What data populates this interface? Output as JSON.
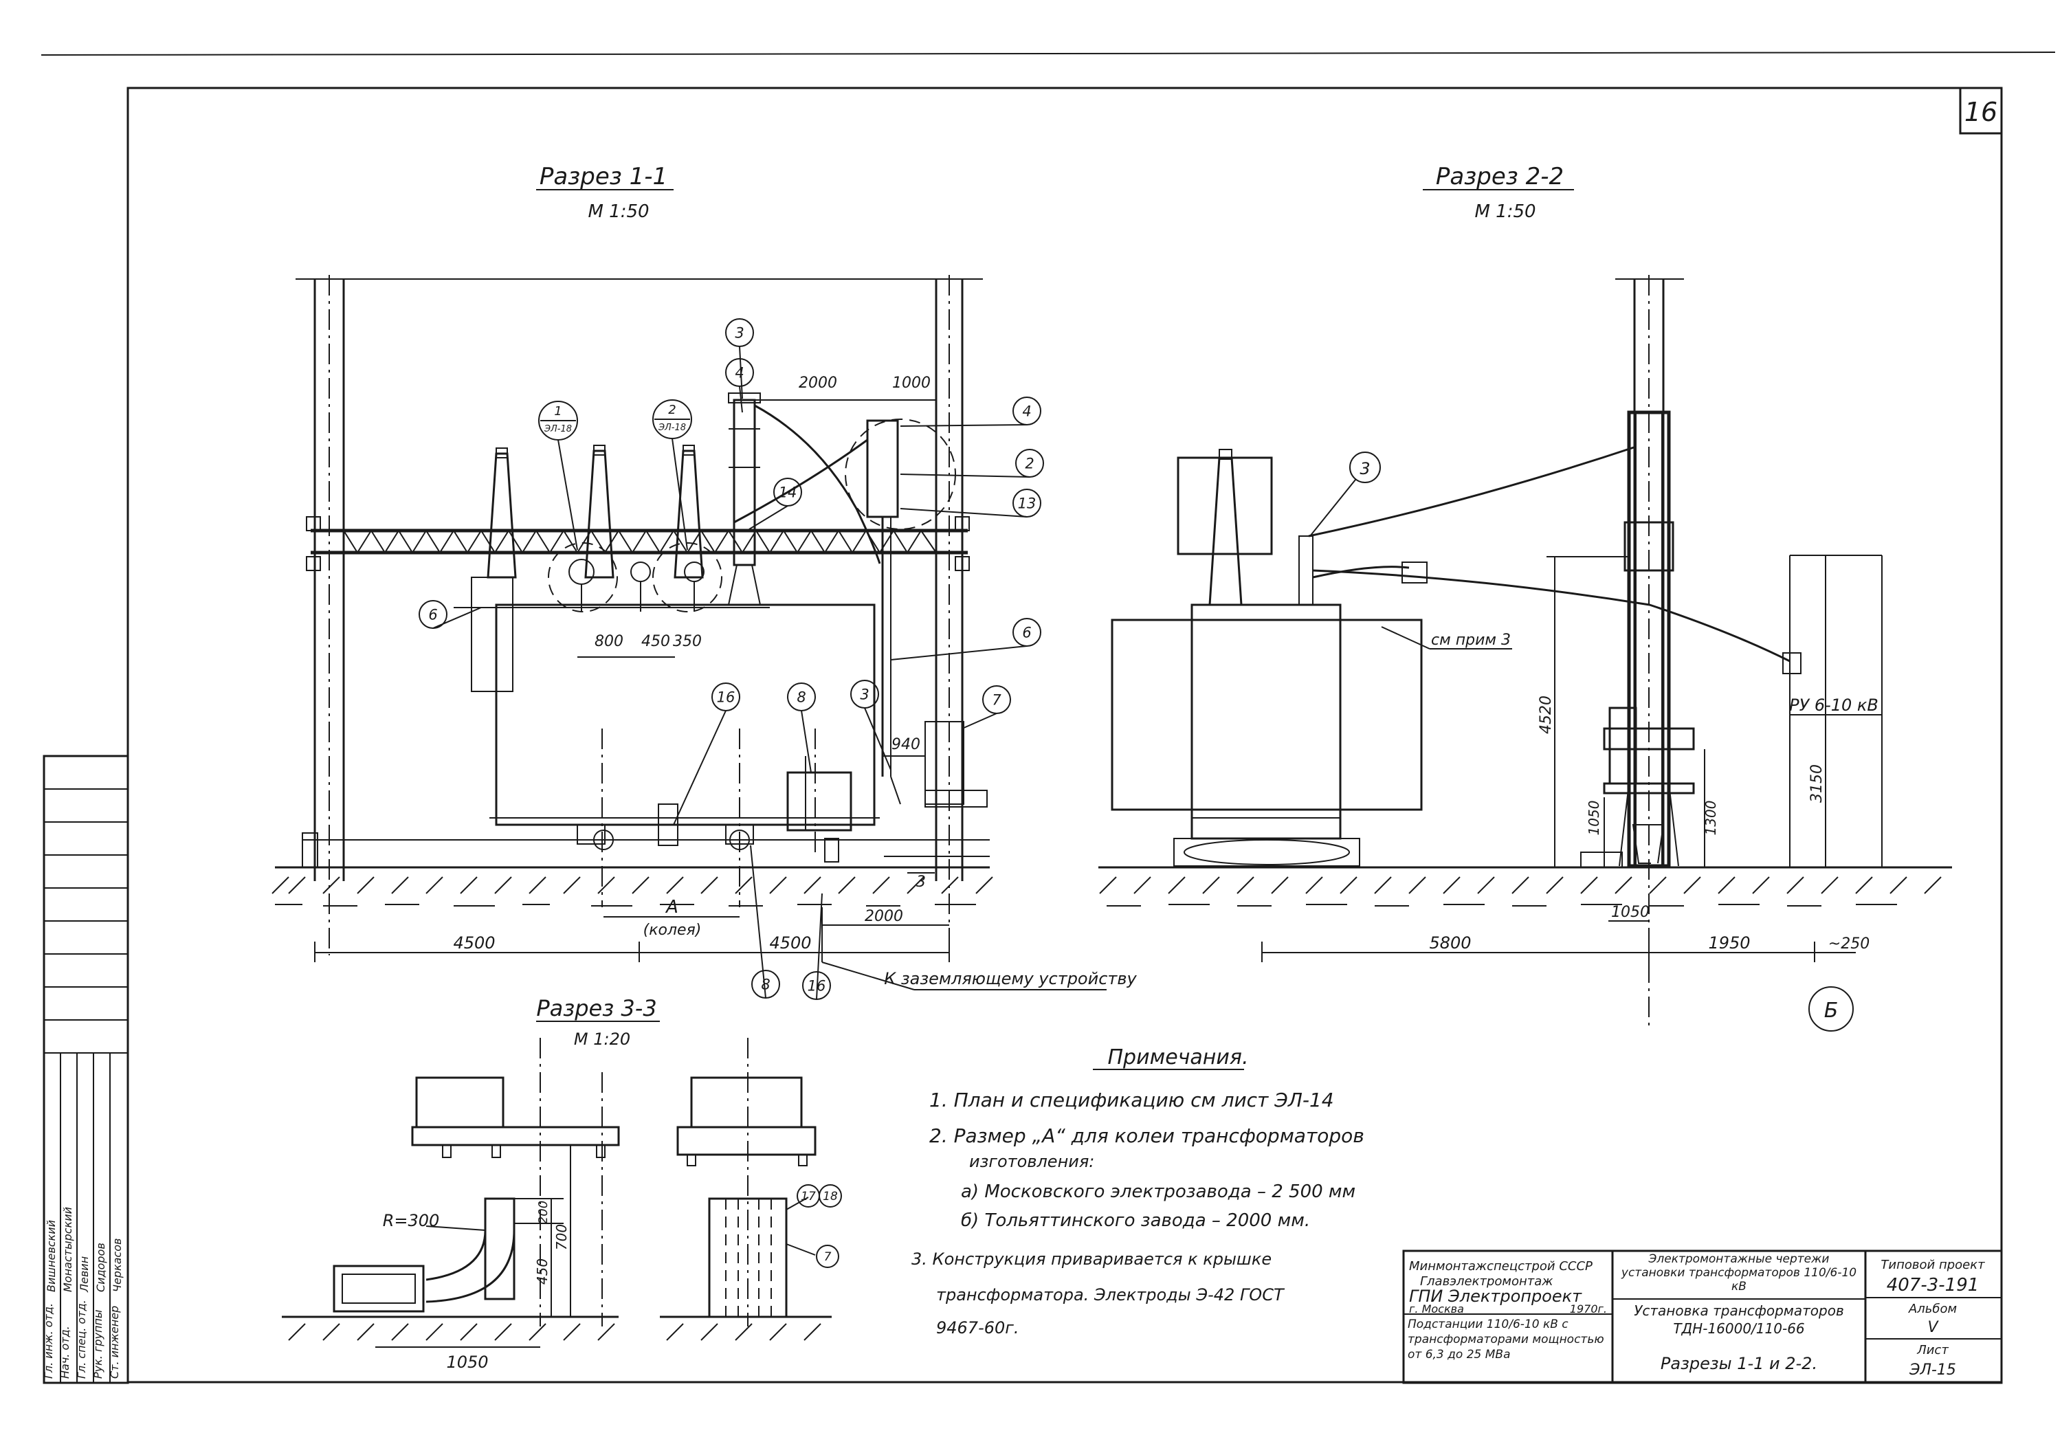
{
  "sheet": {
    "page_number": "16"
  },
  "section_1": {
    "title": "Разрез 1-1",
    "scale": "М 1:50",
    "callouts": [
      "3",
      "4",
      "14",
      "4",
      "2",
      "13",
      "6",
      "6",
      "7",
      "3",
      "16",
      "8",
      "8",
      "16"
    ],
    "node_refs": [
      {
        "num": "1",
        "sheet": "ЭЛ-18"
      },
      {
        "num": "2",
        "sheet": "ЭЛ-18"
      }
    ],
    "dims": {
      "d2000_top": "2000",
      "d1000_top": "1000",
      "d800": "800",
      "d450": "450",
      "d350": "350",
      "d940": "940",
      "d3": "3",
      "dA": "А",
      "track": "(колея)",
      "d4500_left": "4500",
      "d4500_right": "4500",
      "d2000_bottom": "2000"
    },
    "ground_note": "К заземляющему устройству"
  },
  "section_2": {
    "title": "Разрез 2-2",
    "scale": "М 1:50",
    "callout_3": "3",
    "see_note": "см прим 3",
    "switchgear_label": "РУ 6-10 кВ",
    "axis_label": "Б",
    "dims": {
      "d4520": "4520",
      "d1050_v": "1050",
      "d1300": "1300",
      "d3150": "3150",
      "d1050_h": "1050",
      "d5800": "5800",
      "d1950": "1950",
      "d250": "~250"
    }
  },
  "section_3": {
    "title": "Разрез 3-3",
    "scale": "М 1:20",
    "radius": "R=300",
    "dims": {
      "d200": "200",
      "d450": "450",
      "d700": "700",
      "d1050": "1050"
    },
    "callouts": [
      "17",
      "18",
      "7"
    ]
  },
  "notes": {
    "heading": "Примечания.",
    "items": [
      "1. План и спецификацию см лист ЭЛ-14",
      "2. Размер „А“ для колеи трансформаторов",
      "изготовления:",
      "а) Московского электрозавода – 2 500 мм",
      "б) Тольяттинского завода – 2000 мм.",
      "3. Конструкция приваривается к крышке",
      "трансформатора. Электроды Э-42 ГОСТ",
      "9467-60г."
    ]
  },
  "title_block": {
    "org_line1": "Минмонтажспецстрой СССР",
    "org_line2": "Главэлектромонтаж",
    "org_name": "ГПИ Электропроект",
    "city": "г. Москва",
    "year": "1970г.",
    "subject": "Подстанции 110/6-10 кВ с трансформаторами мощностью от 6,3 до 25 МВа",
    "drawing_set": "Электромонтажные чертежи установки трансформаторов 110/6-10 кВ",
    "drawing_title": "Установка трансформаторов ТДН-16000/110-66",
    "sections": "Разрезы 1-1 и 2-2.",
    "project_label": "Типовой проект",
    "project_number": "407-3-191",
    "album_label": "Альбом",
    "album_number": "V",
    "sheet_label": "Лист",
    "sheet_number": "ЭЛ-15"
  },
  "side_stamp": {
    "rows": [
      {
        "role": "Гл. инж. отд.",
        "name": "Вишневский"
      },
      {
        "role": "Нач. отд.",
        "name": "Монастырский"
      },
      {
        "role": "Гл. спец. отд.",
        "name": "Левин"
      },
      {
        "role": "Рук. группы",
        "name": "Сидоров"
      },
      {
        "role": "Ст. инженер",
        "name": "Черкасов"
      }
    ]
  }
}
